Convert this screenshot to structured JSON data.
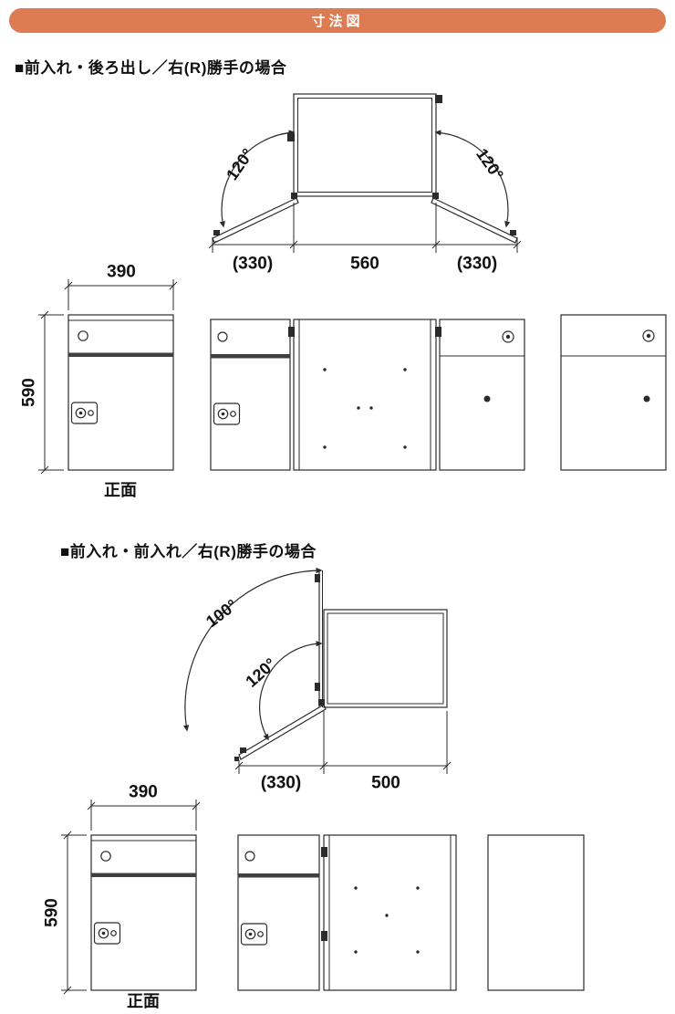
{
  "page": {
    "title": "寸法図"
  },
  "colors": {
    "header_bg": "#dd7b52",
    "line": "#2b2b2b"
  },
  "section1": {
    "heading": "■前入れ・後ろ出し／右(R)勝手の場合",
    "top_view": {
      "angle_left": "120°",
      "angle_right": "120°",
      "dim_left_door": "(330)",
      "dim_body": "560",
      "dim_right_door": "(330)"
    },
    "front_view": {
      "dim_width": "390",
      "dim_height": "590",
      "caption": "正面"
    }
  },
  "section2": {
    "heading": "■前入れ・前入れ／右(R)勝手の場合",
    "top_view": {
      "angle_upper_door": "100°",
      "angle_lower_door": "120°",
      "dim_door": "(330)",
      "dim_body": "500"
    },
    "front_view": {
      "dim_width": "390",
      "dim_height": "590",
      "caption": "正面"
    }
  }
}
